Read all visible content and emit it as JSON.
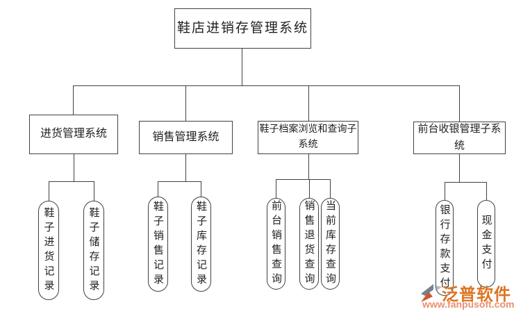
{
  "tree": {
    "root": {
      "label": "鞋店进销存管理系统"
    },
    "branches": [
      {
        "label": "进货管理系统",
        "children": [
          "鞋子进货记录",
          "鞋子储存记录"
        ]
      },
      {
        "label": "销售管理系统",
        "children": [
          "鞋子销售记录",
          "鞋子库存记录"
        ]
      },
      {
        "label": "鞋子档案浏览和查询子系统",
        "children": [
          "前台销售查询",
          "销售退货查询",
          "当前库存查询"
        ]
      },
      {
        "label": "前台收银管理子系统",
        "children": [
          "银行存款支付",
          "现金支付"
        ]
      }
    ]
  },
  "watermark": {
    "brand": "泛普软件",
    "url": "www.fanpusoft.com"
  },
  "colors": {
    "line": "#404040",
    "text": "#1f1f1f",
    "brand": "#dd7420",
    "url": "#ea8f70",
    "logo_gray": "#76828e",
    "logo_orange": "#c75b2e"
  }
}
